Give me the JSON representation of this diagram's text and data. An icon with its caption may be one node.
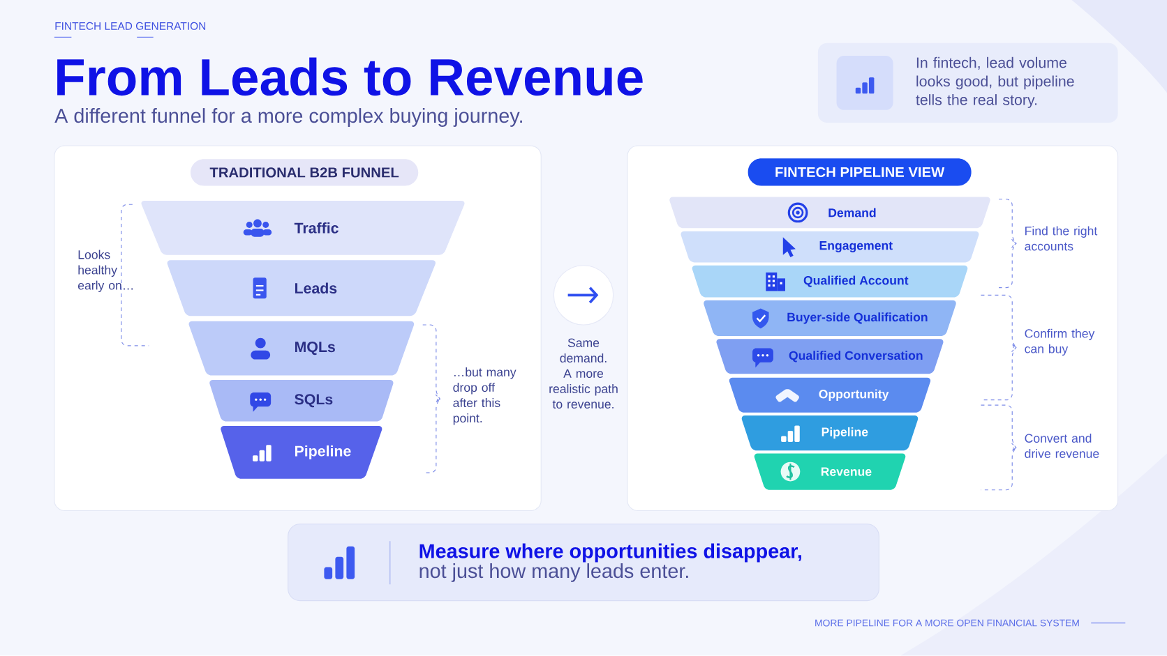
{
  "diagram": {
    "title": "From Leads to Revenue",
    "nodes": [
      {
        "text": [
          "In fintech, lead volume looks good, but pipeline tells the real story."
        ]
      },
      {
        "text": [],
        "shape": "box"
      },
      {
        "text": [
          "TRADITIONAL B2B FUNNEL"
        ],
        "in": 1
      },
      {
        "text": [
          "Traffic"
        ],
        "in": 1
      },
      {
        "text": [
          "Leads"
        ],
        "in": 1
      },
      {
        "text": [
          "MQLs"
        ],
        "in": 1
      },
      {
        "text": [
          "SQLs"
        ],
        "in": 1
      },
      {
        "text": [
          "Pipeline"
        ],
        "in": 1
      },
      {
        "text": [],
        "shape": "circle",
        "beside": [
          "Same demand. A more realistic path to revenue."
        ]
      },
      {
        "text": [],
        "shape": "box"
      },
      {
        "text": [
          "FINTECH PIPELINE VIEW"
        ],
        "in": 9
      },
      {
        "text": [
          "Demand"
        ],
        "in": 9
      },
      {
        "text": [
          "Engagement"
        ],
        "in": 9
      },
      {
        "text": [
          "Qualified Account"
        ],
        "in": 9
      },
      {
        "text": [
          "Buyer-side Qualification"
        ],
        "in": 9
      },
      {
        "text": [
          "Qualified Conversation"
        ],
        "in": 9
      },
      {
        "text": [
          "Opportunity"
        ],
        "in": 9
      },
      {
        "text": [
          "Pipeline"
        ],
        "in": 9
      },
      {
        "text": [
          "Revenue"
        ],
        "in": 9
      },
      {
        "text": [
          "Measure where opportunities disappear,",
          "not just how many leads enter."
        ]
      }
    ],
    "labels": [
      "FINTECH LEAD GENERATION",
      "A different funnel for a more complex buying journey.",
      "Looks healthy early on…",
      "…but many drop off after this point.",
      "Find the right accounts",
      "Confirm they can buy",
      "Convert and drive revenue",
      "MORE PIPELINE FOR A MORE OPEN FINANCIAL SYSTEM"
    ]
  }
}
